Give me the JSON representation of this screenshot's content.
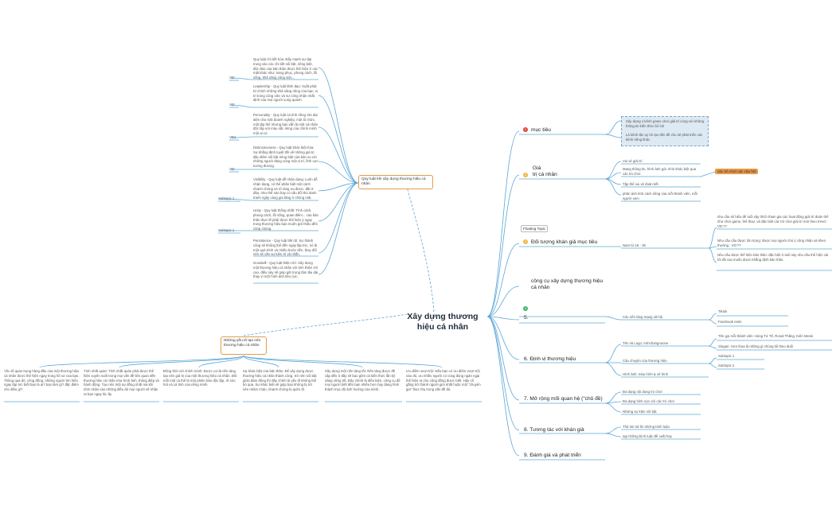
{
  "center": {
    "line1": "Xây dựng thương",
    "line2": "hiệu cá nhân"
  },
  "laws": {
    "title": "Quy luật khi xây dựng thương hiệu cá nhân",
    "items": [
      {
        "label": "VD:",
        "text": "Quy luật chi tiết hóa: Đẩy mạnh sự tập trung vào các chi tiết nổi bật, riêng biệt, độc đáo của bản thân được thể hiện ở các mặt khác như: trang phục, phong cách, lối sống, khả năng công việc..."
      },
      {
        "label": "VD:",
        "text": "Leadership - Quy luật lãnh đạo: Xuất phát từ chính những khả năng riêng của bạn, vị trí trong công việc và sự công nhận nhất định của mọi người xung quanh."
      },
      {
        "label": "VD1",
        "text": "Personality - Quy luật cá tính riêng: Đủ đại diện cho một doanh nghiệp, một tổ chức, một tập thể nhưng bạn vẫn là một cá nhân độc lập với màu sắc riêng của chính mình một ai có."
      },
      {
        "label": "VD:",
        "text": "Distinctiveness - Quy luật khác biệt hóa: Sự khẳng định tuyệt đối về những giá trị đặc điểm nổi bật riêng biệt của bản so với những người đang cùng một vị trí, lĩnh vực tương đương."
      },
      {
        "label": "Subtopic 1",
        "text": "Visibility - Quy luật dễ nhận dạng: Luôn dễ nhận dạng, có thể phân biệt một cách nhanh chóng và rõ ràng ưu được, đặt ở đâu, như thế nào hay có cần đổi thù danh tranh ngày càng gia tăng ở chúng mãi."
      },
      {
        "label": "Subtopic 1",
        "text": "Unity - Quy luật thống nhất: Tính cách, phong cách, lối sống, quan điểm... của bản thân thực tế phải được thể hiện ý ngay trong thương hiệu bạn muốn gửi thiệu đến công chúng."
      },
      {
        "label": "",
        "text": "Persistence - Quy luật bền bỉ: Sự thành công sẽ không thể đến ngay lập tức, nó là một quá trình và nhiều bước tiến, thay đổi nên sẽ cần sự kiên trì và nhẫn."
      },
      {
        "label": "",
        "text": "Goodwill - Quy luật thiện chí: Xây dựng một thương hiệu cá nhân với tình thiện chí cao, điều này sẽ giúp giữ trong tâm lâu dài thay vì một hình ảnh tiêu cực."
      }
    ]
  },
  "factors": {
    "title": "Những yếu tố tạo nên thương hiệu cá nhân",
    "items": [
      "Yêu tố quan trọng hàng đầu của một thương hiệu cá nhân được thể hiện ngay trong hồ sơ của bạn. Thông qua đó, công đồng, những người tìm hiểu ngay lập tức biết bạn là ai? bạn làm gì? đặc điểm cho điều gì?",
      "Tính nhất quán: Tính nhất quán phải được thể hiện xuyên suốt trong mọi vấn đề liên quan đến thương hiệu cá nhân như hình ảnh, thông điệp và hành động. Tạo nên một sự đồng nhất mà khi nhìn nhận vào những điều đó mọi người sẽ nhận ra bạn ngay lúc ấy.",
      "Đồng thời với chính mình: Được coi là nền tảng tạo nên giá trị của một thương hiệu cá nhân. Đối mỗi một cá thể là một phiên bản độc lập, rõ sức hút và cá tính của riêng mình.",
      "Sự khác biệt của bản thân: Để xây dựng được thương hiệu cá nhân thành công, trở nên nổi bật giữa đám đông thì đây chính là yếu tố không thể bỏ qua. Sự khác biệt sẽ giúp bạn không bị trở nên nhàm chán, nhanh chóng bị quên đi.",
      "Xây dựng một nền tảng tốt: Nền tảng được đề cập đến ở đây sẽ bao gồm cả kiến thức lẫn kỹ năng vững tốt. Đây chính là điều kiện, công cụ để mọi người biết đến bạn nhiều hơn hay đang hình thành mục độ ảnh hưởng của mình.",
      "Ưu điểm vượt trội: Nếu bạn có ưu điểm vượt trội nào đó, ưu nhiều người có cùng đúng ngàn ngại thể hiện ra cho cộng đồng được biết. Hãy cố gắng trở thành người giỏi nhất hoặc một \"chuyên gia\" thực thụ trong vấn đề đó."
    ]
  },
  "floating_topic": "Floating Topic",
  "branches": {
    "b1": {
      "num": "1",
      "title": "mục tiêu",
      "notes": [
        "Xây dựng 1 kênh game chơi giải trí cùng với những thông tin kiến thức bổ ích",
        "Là kênh tận uy tín tạo tiền đề cho sẽ phát triển các kênh riêng khác"
      ]
    },
    "b2": {
      "num": "2",
      "title1": "Giá",
      "title2": "trị cá nhân",
      "sub": [
        "Vui vẻ giải trí",
        "Mang thông tin, hình ảnh góc nhìn khác biệt qua các trò chơi",
        "Tập thể vui vẻ đoàn kết ",
        "phản ánh tính cách riêng của mỗi thành viên, mỗi người xem"
      ],
      "pill": "các trò chơi các câu hỏi"
    },
    "b3": {
      "num": "3",
      "title": "Đối tượng khán giả mục tiêu",
      "sub": "Nam từ 18 - 35",
      "notes": [
        "nhu cầu sẽ hiểu để tuổi xây thích tham gia các hoạt động giải trí đoàn thể như chơi game, thể thao, và đặc biệt các trò chơi giải trí mới theo trend : VD:??",
        "Nhu cầu cầu được tôn trọng: được mọi người chú ý công nhận và khen thưởng : VD:??",
        "Nhu cầu được thể hiện bản thân: đặc biệt ở tuổi này nhu cầu thể hiện cái tôi rất cao muốn được khẳng định bản thân."
      ]
    },
    "b4": {
      "num": "4",
      "title1": "công cụ xây dựng thương hiệu",
      "title2": "cá nhân",
      "sub": "Các nền tảng mạng xã hội",
      "leaves": [
        "Tiktok",
        "Facebook reels"
      ]
    },
    "b5": {
      "title": "5."
    },
    "b6": {
      "title": "6. Định vị thương hiệu",
      "sub": [
        "Tên và Logo: Anhchangnuone",
        "Câu chuyện của thương hiệu",
        "Hình ảnh: màu hình & vẽ hình"
      ],
      "leaves": [
        "Tên gọi mỗi thành viên: Hùng Tứ Tế, Ronal Thắng, Kiên Messi",
        "Slogan: Hơn thua là những gì chúng tôi theo đuổi",
        "Subtopic 1",
        "Subtopic 2"
      ]
    },
    "b7": {
      "title": "7. Mở rộng mối quan hệ (\"chủ đề)",
      "sub": [
        "Đa dạng nội dung trò chơi",
        "Đa dạng hình vực với các trò chơi",
        "Những sự kiện nổi bật"
      ]
    },
    "b8": {
      "title": "8. Tương tác với khán giả",
      "sub": [
        "Thả tim trả lời những bình luận",
        "tạp những bình luận đề xuất hay"
      ]
    },
    "b9": {
      "title": "9. Đánh giá và phát triển"
    }
  },
  "colors": {
    "orange": "#e59b4a",
    "red": "#e0463c",
    "yellow": "#f2b63f",
    "green": "#3fb56e",
    "line": "#5aa6d8"
  }
}
